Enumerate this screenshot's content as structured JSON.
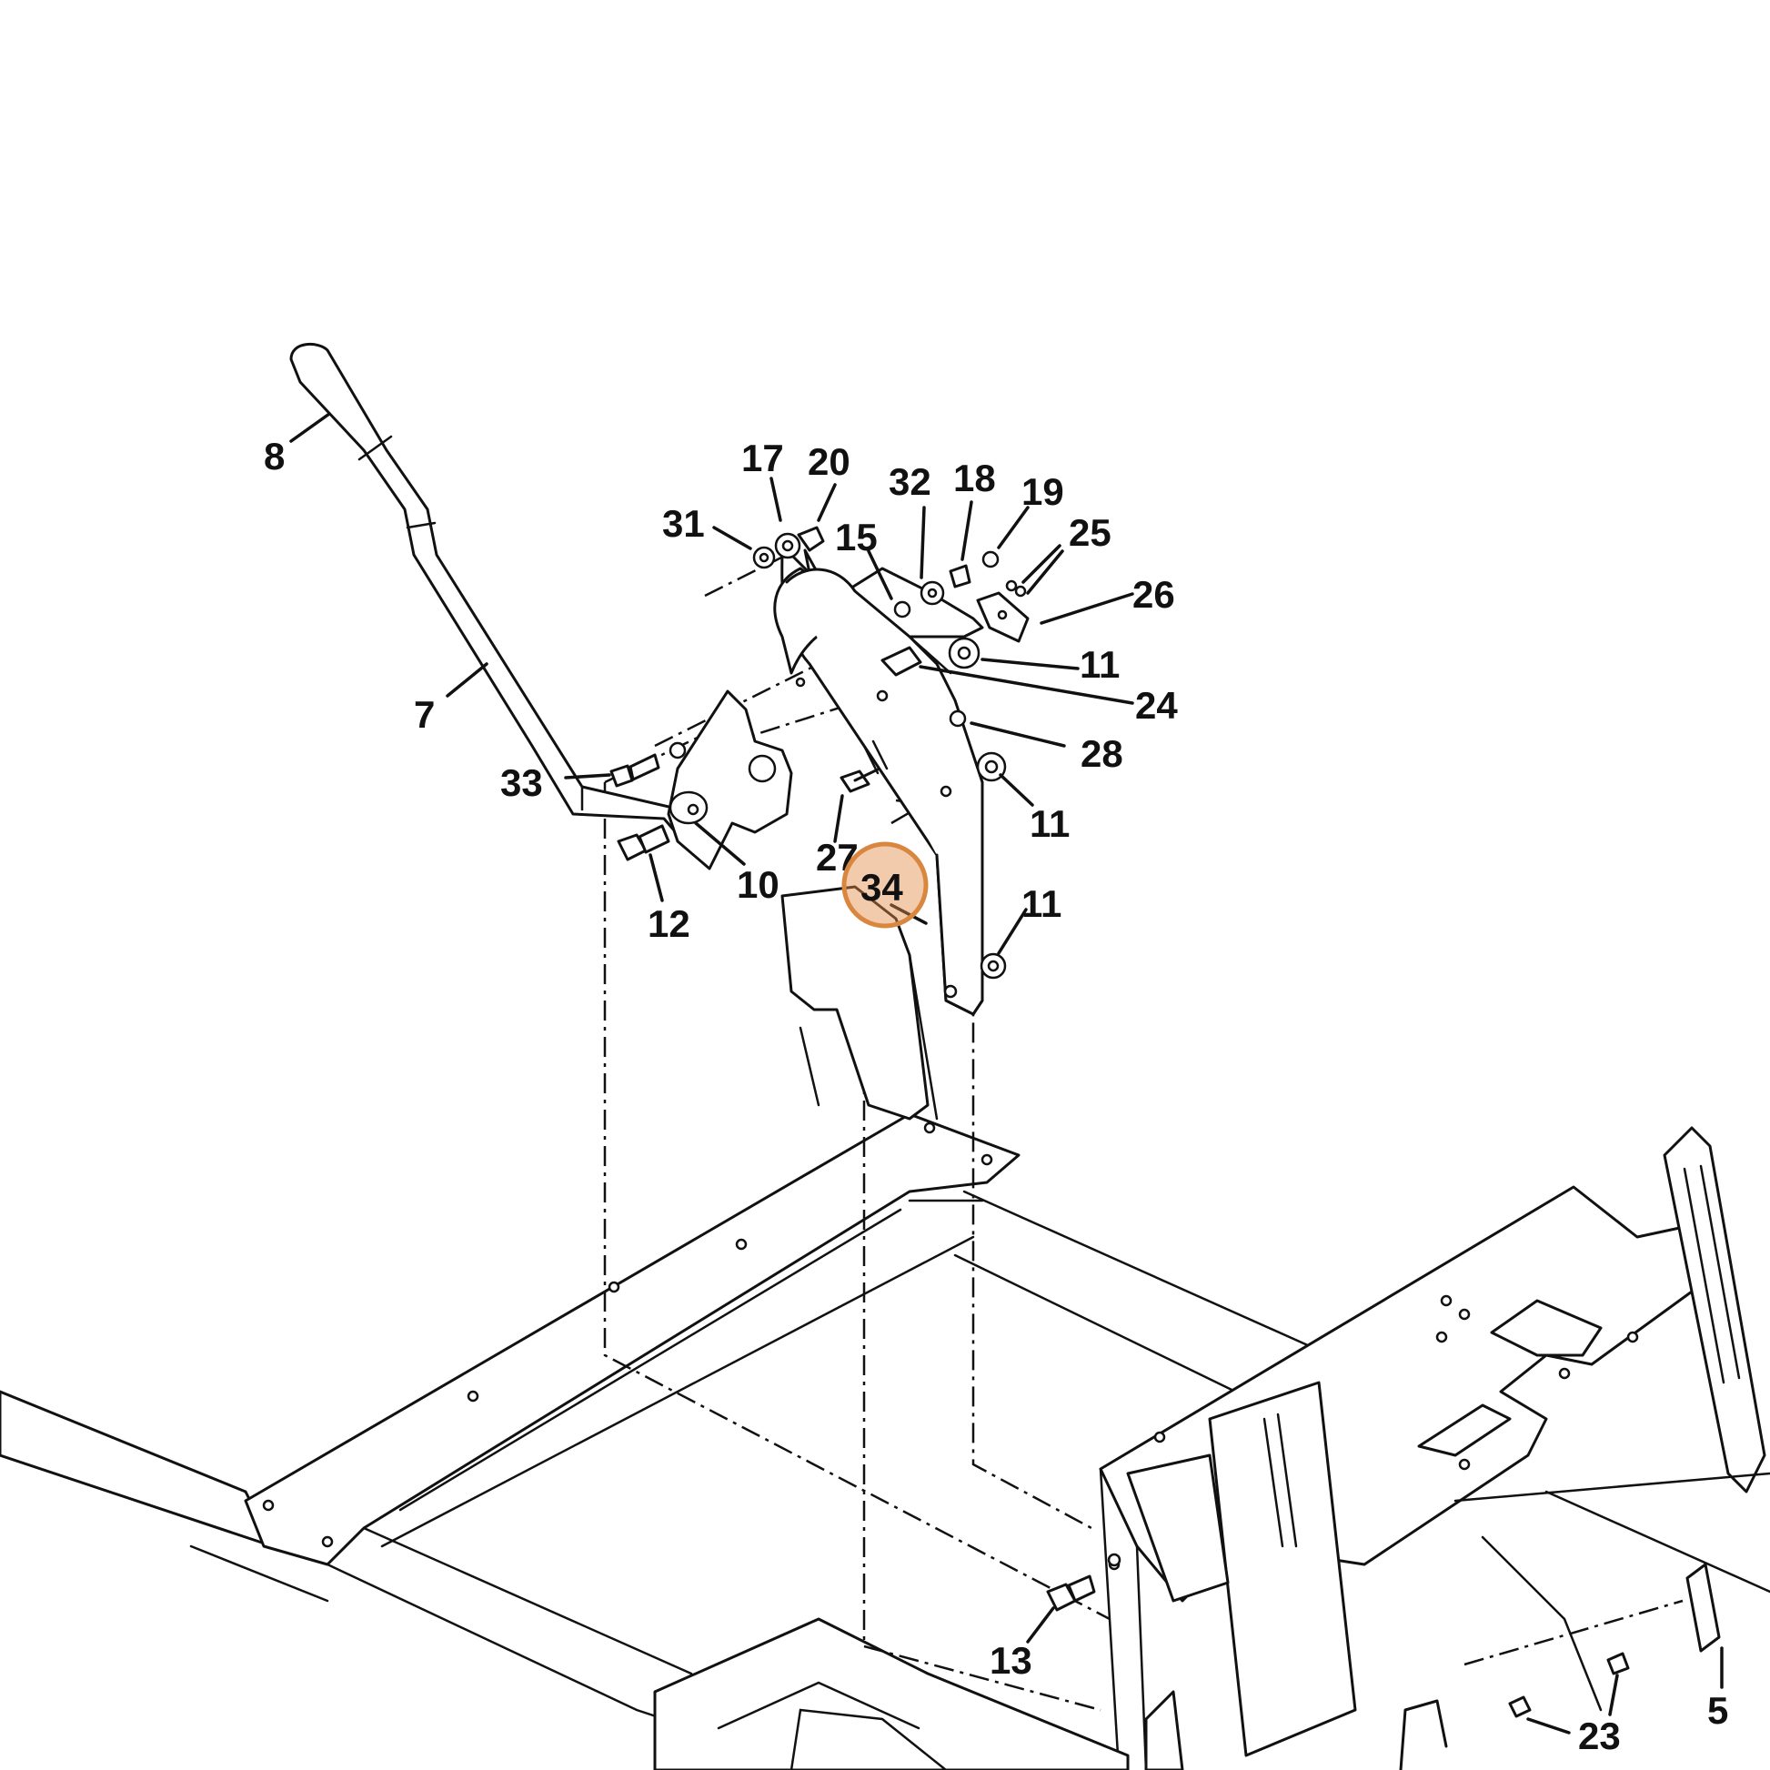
{
  "callouts": {
    "c8": "8",
    "c7": "7",
    "c17": "17",
    "c20": "20",
    "c31": "31",
    "c32": "32",
    "c18": "18",
    "c19": "19",
    "c15": "15",
    "c25": "25",
    "c26": "26",
    "c11a": "11",
    "c24": "24",
    "c28": "28",
    "c11b": "11",
    "c33": "33",
    "c27": "27",
    "c34": "34",
    "c10": "10",
    "c12": "12",
    "c11c": "11",
    "c13": "13",
    "c5": "5",
    "c23": "23"
  },
  "highlight": {
    "callout": "34",
    "color": "#d9863f"
  }
}
